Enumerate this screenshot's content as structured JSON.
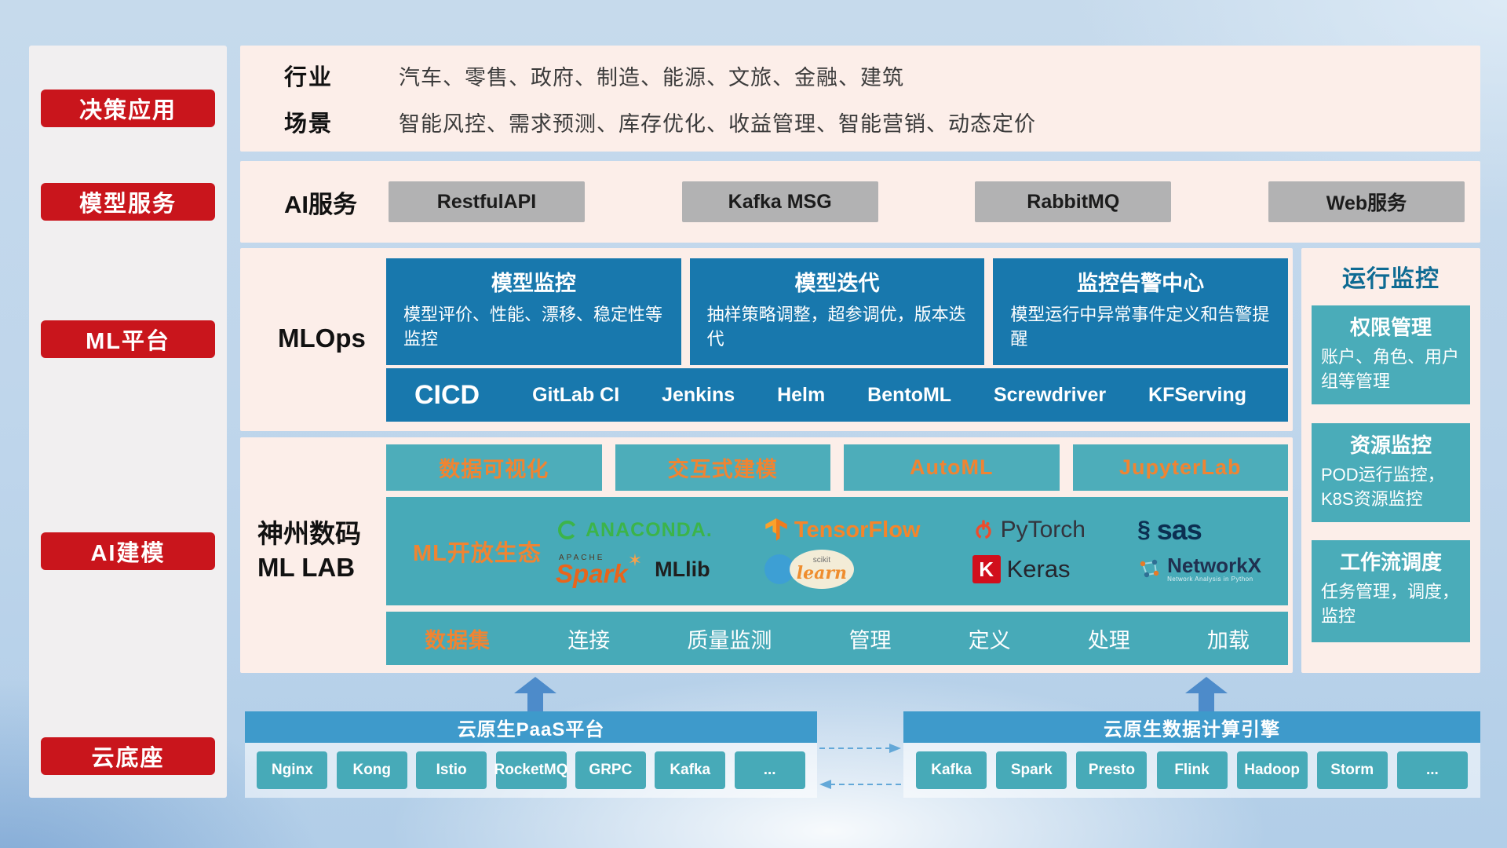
{
  "sidebar": {
    "items": [
      {
        "label": "决策应用"
      },
      {
        "label": "模型服务"
      },
      {
        "label": "ML平台"
      },
      {
        "label": "AI建模"
      },
      {
        "label": "云底座"
      }
    ]
  },
  "industry": {
    "rows": [
      {
        "label": "行业",
        "text": "汽车、零售、政府、制造、能源、文旅、金融、建筑"
      },
      {
        "label": "场景",
        "text": "智能风控、需求预测、库存优化、收益管理、智能营销、动态定价"
      }
    ]
  },
  "ai_service": {
    "label": "AI服务",
    "buttons": [
      "RestfulAPI",
      "Kafka MSG",
      "RabbitMQ",
      "Web服务"
    ]
  },
  "mlops": {
    "label": "MLOps",
    "cards": [
      {
        "title": "模型监控",
        "desc": "模型评价、性能、漂移、稳定性等监控"
      },
      {
        "title": "模型迭代",
        "desc": "抽样策略调整，超参调优，版本迭代"
      },
      {
        "title": "监控告警中心",
        "desc": "模型运行中异常事件定义和告警提醒"
      }
    ],
    "cicd_label": "CICD",
    "cicd_items": [
      "GitLab CI",
      "Jenkins",
      "Helm",
      "BentoML",
      "Screwdriver",
      "KFServing"
    ]
  },
  "monitoring": {
    "title": "运行监控",
    "cards": [
      {
        "title": "权限管理",
        "desc": "账户、角色、用户组等管理"
      },
      {
        "title": "资源监控",
        "desc": "POD运行监控，K8S资源监控"
      },
      {
        "title": "工作流调度",
        "desc": "任务管理，调度，监控"
      }
    ]
  },
  "mllab": {
    "label_line1": "神州数码",
    "label_line2": "ML LAB",
    "tools": [
      "数据可视化",
      "交互式建模",
      "AutoML",
      "JupyterLab"
    ],
    "ecosystem_label": "ML开放生态",
    "logos": {
      "anaconda": "ANACONDA.",
      "tensorflow": "TensorFlow",
      "pytorch": "PyTorch",
      "sas": "sas",
      "spark_small": "APACHE",
      "spark": "Spark",
      "mllib": "MLlib",
      "scikit_top": "scikit",
      "scikit": "learn",
      "keras_k": "K",
      "keras": "Keras",
      "networkx": "NetworkX",
      "networkx_sub": "Network Analysis in Python"
    },
    "data_row": {
      "label": "数据集",
      "items": [
        "连接",
        "质量监测",
        "管理",
        "定义",
        "处理",
        "加载"
      ]
    }
  },
  "bottom": {
    "paas": {
      "title": "云原生PaaS平台",
      "items": [
        "Nginx",
        "Kong",
        "Istio",
        "RocketMQ",
        "GRPC",
        "Kafka",
        "..."
      ]
    },
    "engine": {
      "title": "云原生数据计算引擎",
      "items": [
        "Kafka",
        "Spark",
        "Presto",
        "Flink",
        "Hadoop",
        "Storm",
        "..."
      ]
    }
  },
  "colors": {
    "sidebar_red": "#c9151c",
    "mlops_blue": "#1878ad",
    "teal": "#47aab8",
    "accent_orange": "#f08432",
    "panel_pink": "#fceee9",
    "bar_blue": "#3e9acb"
  }
}
